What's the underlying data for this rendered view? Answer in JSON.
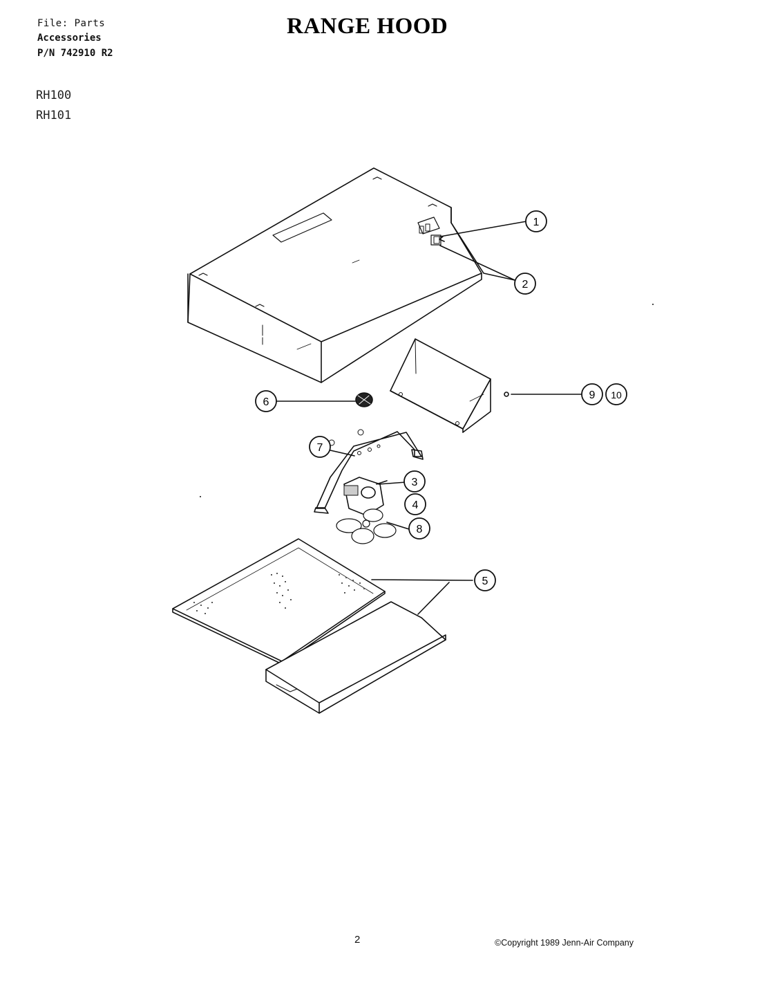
{
  "header": {
    "file_label": "File: Parts",
    "category": "Accessories",
    "part_number": "P/N 742910 R2",
    "title": "RANGE HOOD"
  },
  "models": [
    "RH100",
    "RH101"
  ],
  "callouts": [
    {
      "name": "callout-1",
      "label": "1"
    },
    {
      "name": "callout-2",
      "label": "2"
    },
    {
      "name": "callout-3",
      "label": "3"
    },
    {
      "name": "callout-4",
      "label": "4"
    },
    {
      "name": "callout-5",
      "label": "5"
    },
    {
      "name": "callout-6",
      "label": "6"
    },
    {
      "name": "callout-7",
      "label": "7"
    },
    {
      "name": "callout-8",
      "label": "8"
    },
    {
      "name": "callout-9",
      "label": "9"
    },
    {
      "name": "callout-10",
      "label": "10"
    }
  ],
  "footer": {
    "page_number": "2",
    "copyright": "©Copyright 1989 Jenn-Air Company"
  }
}
